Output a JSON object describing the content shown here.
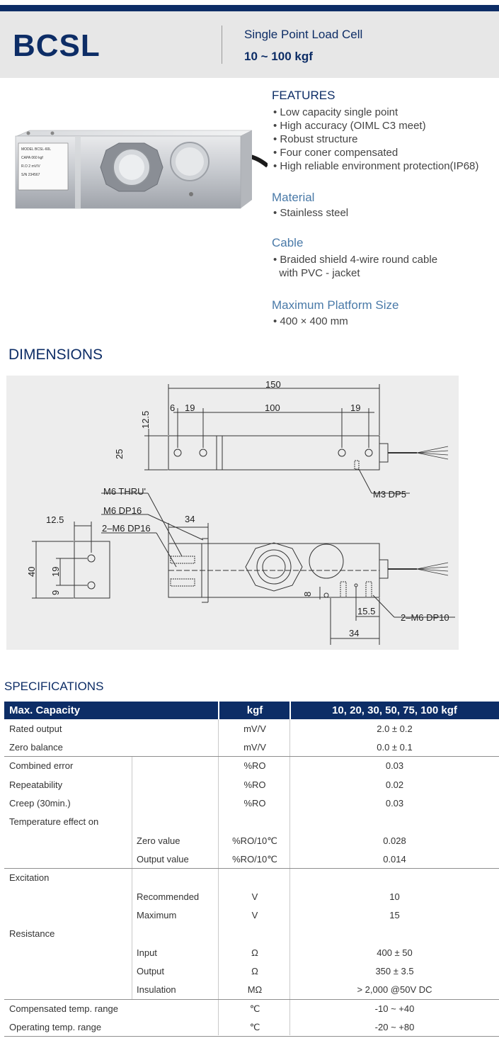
{
  "header": {
    "model": "BCSL",
    "subtitle": "Single Point Load Cell",
    "range": "10 ~ 100 kgf"
  },
  "product_label": {
    "model_line": "MODEL BCSL-60L",
    "capa_line": "CAPA 060 kgf",
    "ro_line": "R.O 2 mV/V",
    "sn_line": "S/N 234567"
  },
  "features": {
    "title": "FEATURES",
    "items": [
      "• Low capacity single point",
      "• High accuracy (OIML C3 meet)",
      "• Robust structure",
      "• Four coner compensated",
      "• High reliable environment protection(IP68)"
    ]
  },
  "material": {
    "title": "Material",
    "items": [
      "•  Stainless steel"
    ]
  },
  "cable": {
    "title": "Cable",
    "items": [
      "• Braided shield 4-wire round cable",
      "  with PVC - jacket"
    ]
  },
  "platform": {
    "title": "Maximum Platform Size",
    "items": [
      "•  400 × 400 mm"
    ]
  },
  "dimensions": {
    "title": "DIMENSIONS",
    "labels": {
      "d150": "150",
      "d100": "100",
      "d6": "6",
      "d19a": "19",
      "d19b": "19",
      "d12_5": "12.5",
      "d25": "25",
      "m3": "M3 DP5",
      "m6thru": "M6 THRU'",
      "m6dp16": "M6 DP16",
      "m6dp16x2": "2–M6 DP16",
      "d34a": "34",
      "d12_5b": "12.5",
      "d40": "40",
      "d19c": "19",
      "d9": "9",
      "d8": "8",
      "d15_5": "15.5",
      "d34b": "34",
      "m6dp10": "2–M6 DP10"
    }
  },
  "specifications": {
    "title": "SPECIFICATIONS",
    "header": {
      "col1": "Max. Capacity",
      "col3": "kgf",
      "col4": "10, 20, 30, 50, 75, 100 kgf"
    },
    "rows": [
      {
        "c1": "Rated output",
        "c2": "",
        "c3": "mV/V",
        "c4": "2.0 ± 0.2"
      },
      {
        "c1": "Zero balance",
        "c2": "",
        "c3": "mV/V",
        "c4": "0.0 ± 0.1"
      },
      {
        "c1": "Combined error",
        "c2": "",
        "c3": "%RO",
        "c4": "0.03"
      },
      {
        "c1": "Repeatability",
        "c2": "",
        "c3": "%RO",
        "c4": "0.02"
      },
      {
        "c1": "Creep (30min.)",
        "c2": "",
        "c3": "%RO",
        "c4": "0.03"
      },
      {
        "c1": "Temperature effect on",
        "c2": "",
        "c3": "",
        "c4": ""
      },
      {
        "c1": "",
        "c2": "Zero value",
        "c3": "%RO/10℃",
        "c4": "0.028"
      },
      {
        "c1": "",
        "c2": "Output  value",
        "c3": "%RO/10℃",
        "c4": "0.014"
      },
      {
        "c1": "Excitation",
        "c2": "",
        "c3": "",
        "c4": ""
      },
      {
        "c1": "",
        "c2": "Recommended",
        "c3": "V",
        "c4": "10"
      },
      {
        "c1": "",
        "c2": "Maximum",
        "c3": "V",
        "c4": "15"
      },
      {
        "c1": "Resistance",
        "c2": "",
        "c3": "",
        "c4": ""
      },
      {
        "c1": "",
        "c2": "Input",
        "c3": "Ω",
        "c4": "400 ± 50"
      },
      {
        "c1": "",
        "c2": "Output",
        "c3": "Ω",
        "c4": "350 ± 3.5"
      },
      {
        "c1": "",
        "c2": "Insulation",
        "c3": "MΩ",
        "c4": "> 2,000 @50V DC"
      },
      {
        "c1": "Compensated temp. range",
        "c2": "",
        "c3": "℃",
        "c4": "-10 ~ +40"
      },
      {
        "c1": "Operating temp. range",
        "c2": "",
        "c3": "℃",
        "c4": "-20 ~ +80"
      }
    ]
  },
  "colors": {
    "navy": "#0d2d66",
    "section_blue": "#4a7aa8",
    "band_gray": "#e7e7e7"
  }
}
